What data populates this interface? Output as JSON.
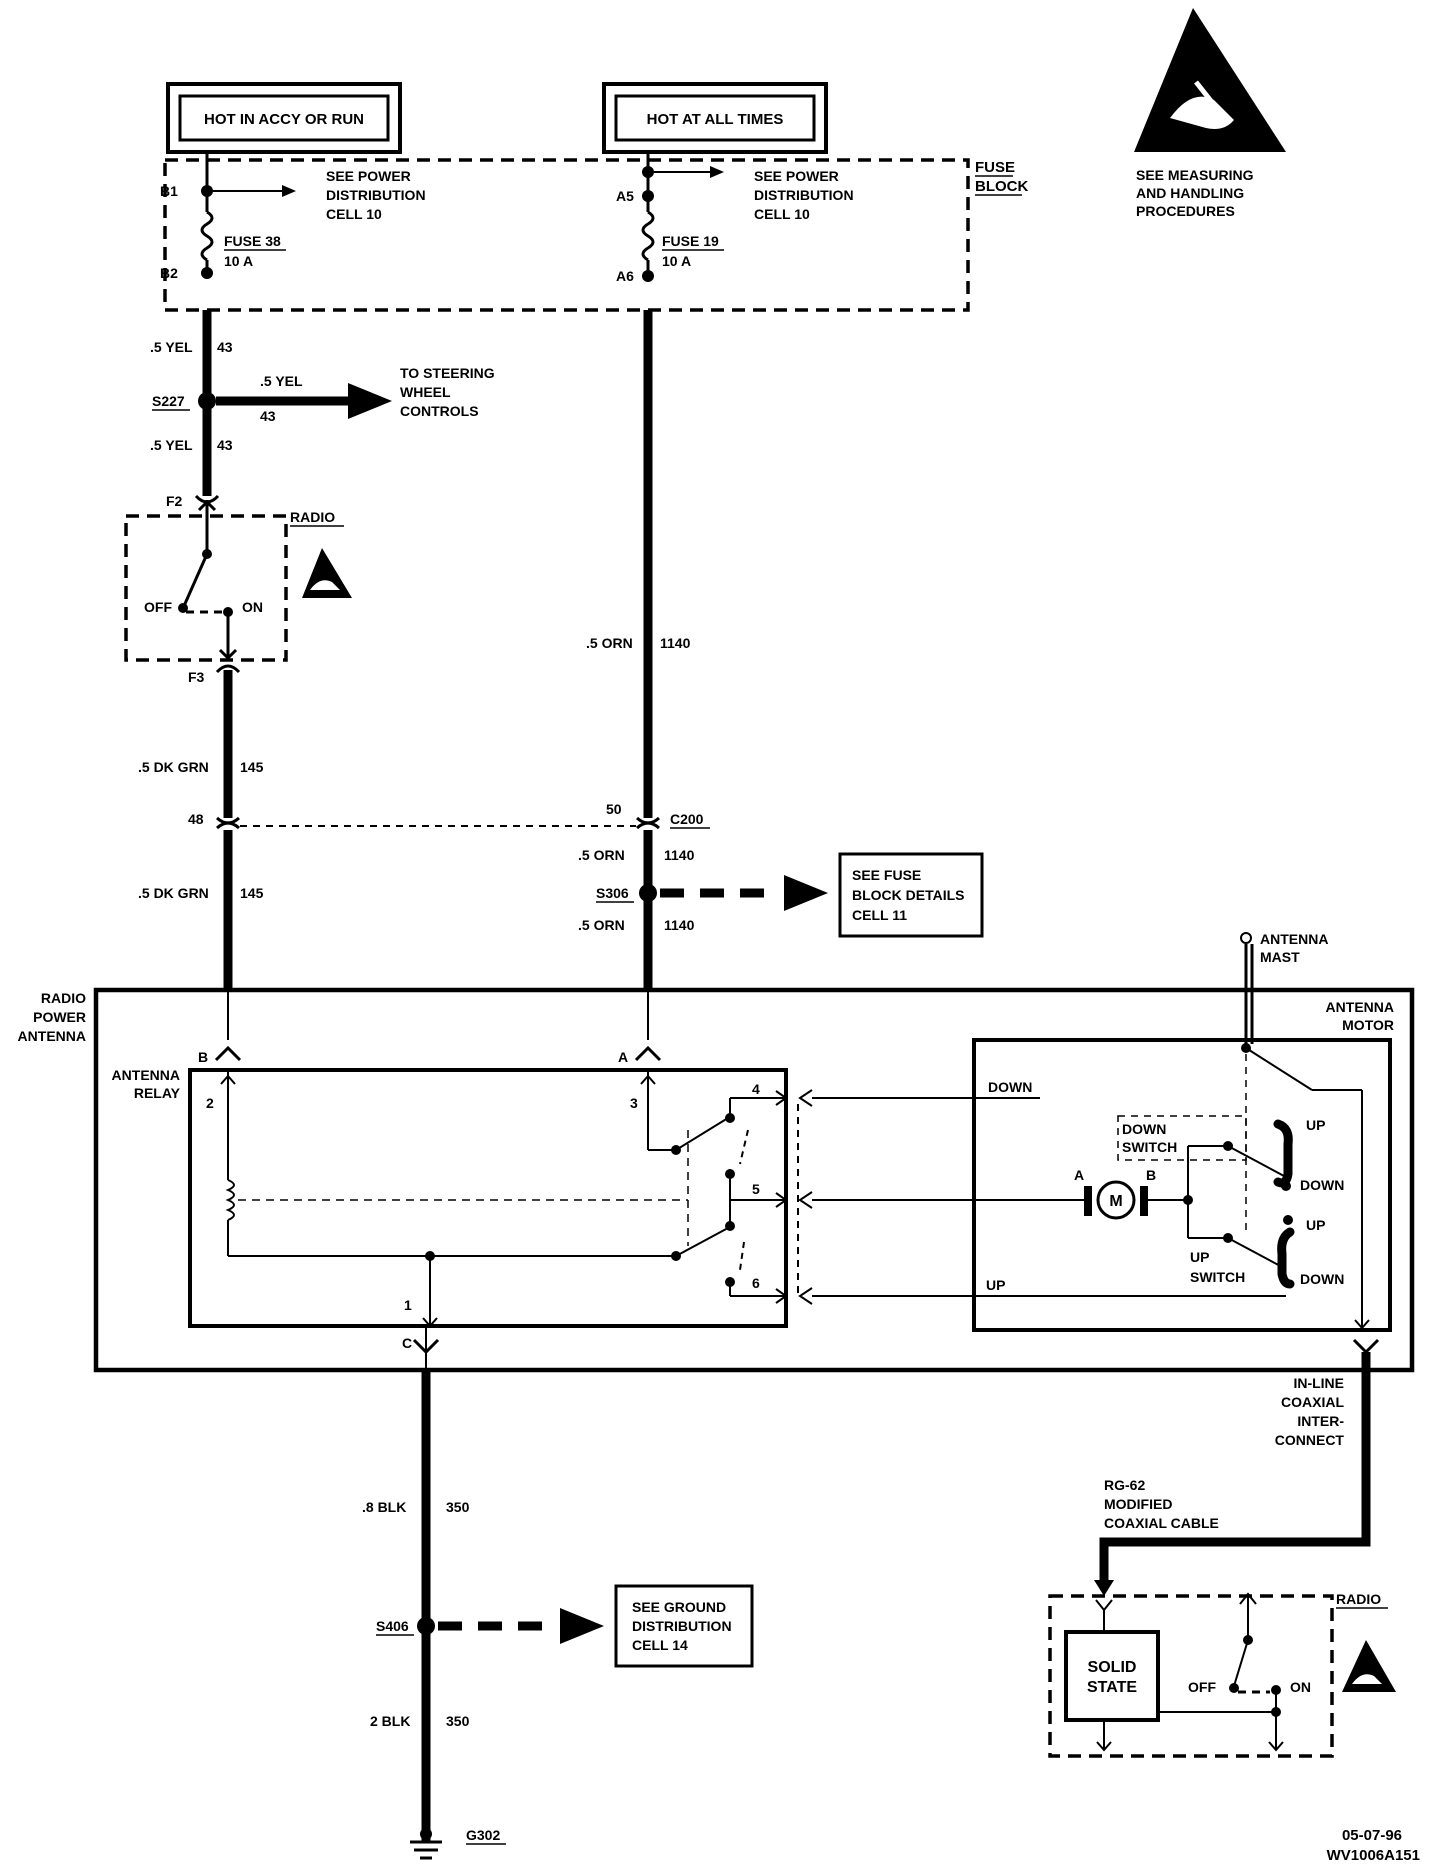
{
  "header": {
    "hot_accy_run": "HOT IN ACCY OR RUN",
    "hot_all_times": "HOT AT ALL TIMES"
  },
  "fuse_block": {
    "label_line1": "FUSE",
    "label_line2": "BLOCK",
    "b1": "B1",
    "b2": "B2",
    "a5": "A5",
    "a6": "A6",
    "fuse38_name": "FUSE 38",
    "fuse38_rating": "10 A",
    "fuse19_name": "FUSE 19",
    "fuse19_rating": "10 A",
    "see_power_1_line1": "SEE POWER",
    "see_power_1_line2": "DISTRIBUTION",
    "see_power_1_line3": "CELL 10",
    "see_power_2_line1": "SEE POWER",
    "see_power_2_line2": "DISTRIBUTION",
    "see_power_2_line3": "CELL 10"
  },
  "esd_warning": {
    "line1": "SEE MEASURING",
    "line2": "AND HANDLING",
    "line3": "PROCEDURES"
  },
  "wires": {
    "yel_top_gauge": ".5 YEL",
    "yel_top_circuit": "43",
    "s227": "S227",
    "yel_branch_gauge": ".5 YEL",
    "yel_branch_circuit": "43",
    "steering_line1": "TO STEERING",
    "steering_line2": "WHEEL",
    "steering_line3": "CONTROLS",
    "yel_bot_gauge": ".5 YEL",
    "yel_bot_circuit": "43",
    "orn_1_gauge": ".5 ORN",
    "orn_1_circuit": "1140",
    "dkgrn_1_gauge": ".5 DK GRN",
    "dkgrn_1_circuit": "145",
    "pin_48": "48",
    "pin_50": "50",
    "c200": "C200",
    "orn_2_gauge": ".5 ORN",
    "orn_2_circuit": "1140",
    "s306": "S306",
    "fuse_details_line1": "SEE FUSE",
    "fuse_details_line2": "BLOCK DETAILS",
    "fuse_details_line3": "CELL 11",
    "dkgrn_2_gauge": ".5 DK GRN",
    "dkgrn_2_circuit": "145",
    "orn_3_gauge": ".5 ORN",
    "orn_3_circuit": "1140",
    "blk_1_gauge": ".8 BLK",
    "blk_1_circuit": "350",
    "s406": "S406",
    "ground_dist_line1": "SEE GROUND",
    "ground_dist_line2": "DISTRIBUTION",
    "ground_dist_line3": "CELL 14",
    "blk_2_gauge": "2 BLK",
    "blk_2_circuit": "350",
    "g302": "G302"
  },
  "radio_switch": {
    "label": "RADIO",
    "f2": "F2",
    "f3": "F3",
    "off": "OFF",
    "on": "ON"
  },
  "power_antenna": {
    "label_line1": "RADIO",
    "label_line2": "POWER",
    "label_line3": "ANTENNA",
    "pin_b": "B",
    "pin_a": "A",
    "pin_c": "C",
    "relay_line1": "ANTENNA",
    "relay_line2": "RELAY",
    "relay_pin_1": "1",
    "relay_pin_2": "2",
    "relay_pin_3": "3",
    "relay_pin_4": "4",
    "relay_pin_5": "5",
    "relay_pin_6": "6",
    "mast_line1": "ANTENNA",
    "mast_line2": "MAST",
    "motor_line1": "ANTENNA",
    "motor_line2": "MOTOR",
    "down": "DOWN",
    "up": "UP",
    "down_switch_line1": "DOWN",
    "down_switch_line2": "SWITCH",
    "up_switch_line1": "UP",
    "up_switch_line2": "SWITCH",
    "motor_a": "A",
    "motor_b": "B",
    "motor_m": "M",
    "sw1_up": "UP",
    "sw1_down": "DOWN",
    "sw2_up": "UP",
    "sw2_down": "DOWN"
  },
  "coax": {
    "inline_line1": "IN-LINE",
    "inline_line2": "COAXIAL",
    "inline_line3": "INTER-",
    "inline_line4": "CONNECT",
    "cable_line1": "RG-62",
    "cable_line2": "MODIFIED",
    "cable_line3": "COAXIAL CABLE"
  },
  "radio_unit": {
    "label": "RADIO",
    "solid_line1": "SOLID",
    "solid_line2": "STATE",
    "off": "OFF",
    "on": "ON"
  },
  "footer": {
    "date": "05-07-96",
    "code": "WV1006A151"
  }
}
